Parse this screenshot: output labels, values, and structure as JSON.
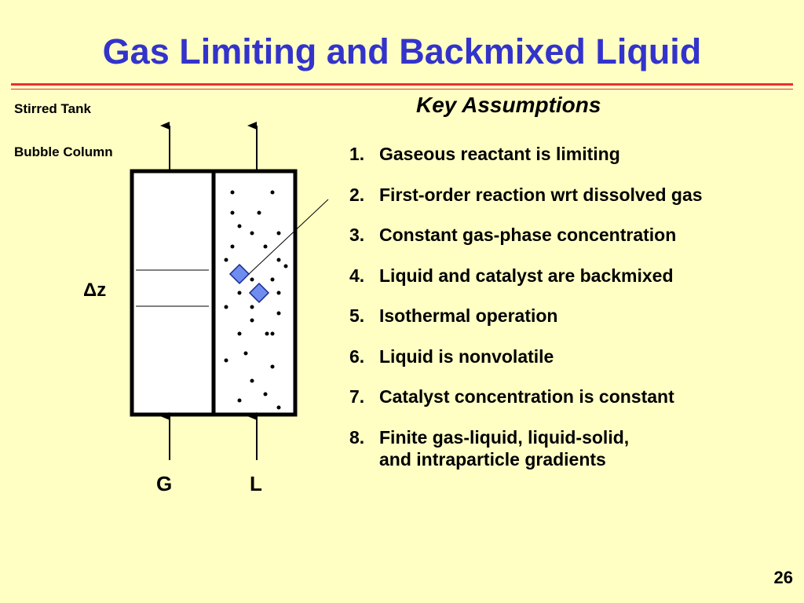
{
  "title": "Gas Limiting and Backmixed Liquid",
  "colors": {
    "background": "#FFFFC4",
    "title": "#3333CC",
    "rule": "#E83030",
    "particle": "#6F8CF0"
  },
  "diagram": {
    "label_stirred_tank": "Stirred Tank",
    "label_bubble_column": "Bubble Column",
    "label_dz": "Δz",
    "label_gas": "G",
    "label_liquid": "L"
  },
  "key_assumptions": {
    "heading": "Key Assumptions",
    "items": [
      {
        "num": "1.",
        "text": "Gaseous reactant is limiting"
      },
      {
        "num": "2.",
        "text": "First-order reaction wrt dissolved gas"
      },
      {
        "num": "3.",
        "text": "Constant gas-phase concentration"
      },
      {
        "num": "4.",
        "text": "Liquid and catalyst are backmixed"
      },
      {
        "num": "5.",
        "text": "Isothermal operation"
      },
      {
        "num": "6.",
        "text": "Liquid is nonvolatile"
      },
      {
        "num": "7.",
        "text": "Catalyst concentration  is constant"
      },
      {
        "num": "8.",
        "text": "Finite gas-liquid, liquid-solid,",
        "text2": "and intraparticle gradients"
      }
    ]
  },
  "page_number": "26"
}
